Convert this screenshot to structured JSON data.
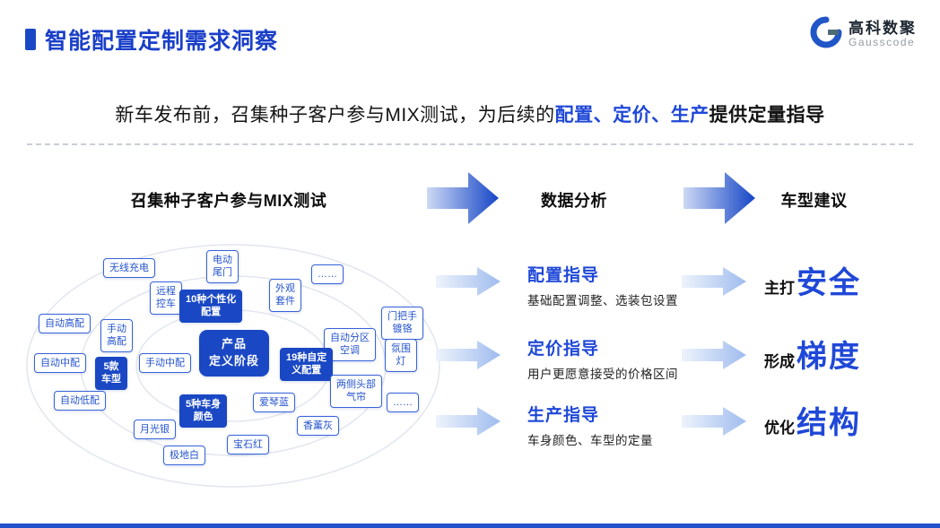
{
  "slide": {
    "title": "智能配置定制需求洞察",
    "logo": {
      "cn": "高科数聚",
      "en": "Gausscode"
    },
    "subtitle": {
      "pre": "新车发布前，召集种子客户参与MIX测试，为后续的",
      "highlight": "配置、定价、生产",
      "post": "提供定量指导"
    },
    "colors": {
      "accent_blue": "#1a48c4",
      "highlight_blue": "#1f48d8"
    }
  },
  "flow": {
    "step1": "召集种子客户参与MIX测试",
    "step2": "数据分析",
    "step3": "车型建议"
  },
  "diagram": {
    "center": "产品\n定义阶段",
    "nodes": [
      {
        "label": "无线充电",
        "type": "white"
      },
      {
        "label": "电动\n尾门",
        "type": "white"
      },
      {
        "label": "远程\n控车",
        "type": "white"
      },
      {
        "label": "10种个性化\n配置",
        "type": "blue"
      },
      {
        "label": "外观\n套件",
        "type": "white"
      },
      {
        "label": "……",
        "type": "white"
      },
      {
        "label": "自动高配",
        "type": "white"
      },
      {
        "label": "手动\n高配",
        "type": "white"
      },
      {
        "label": "自动中配",
        "type": "white"
      },
      {
        "label": "手动中配",
        "type": "white"
      },
      {
        "label": "5款\n车型",
        "type": "blue"
      },
      {
        "label": "自动低配",
        "type": "white"
      },
      {
        "label": "门把手\n镀铬",
        "type": "white"
      },
      {
        "label": "自动分区\n空调",
        "type": "white"
      },
      {
        "label": "氛围\n灯",
        "type": "white"
      },
      {
        "label": "19种自定\n义配置",
        "type": "blue"
      },
      {
        "label": "两侧头部\n气帘",
        "type": "white"
      },
      {
        "label": "……",
        "type": "white"
      },
      {
        "label": "5种车身\n颜色",
        "type": "blue"
      },
      {
        "label": "爱琴蓝",
        "type": "white"
      },
      {
        "label": "香薰灰",
        "type": "white"
      },
      {
        "label": "月光银",
        "type": "white"
      },
      {
        "label": "宝石红",
        "type": "white"
      },
      {
        "label": "极地白",
        "type": "white"
      }
    ]
  },
  "analysis": [
    {
      "title": "配置指导",
      "desc": "基础配置调整、选装包设置",
      "prefix": "主打",
      "keyword": "安全"
    },
    {
      "title": "定价指导",
      "desc": "用户更愿意接受的价格区间",
      "prefix": "形成",
      "keyword": "梯度"
    },
    {
      "title": "生产指导",
      "desc": "车身颜色、车型的定量",
      "prefix": "优化",
      "keyword": "结构"
    }
  ]
}
